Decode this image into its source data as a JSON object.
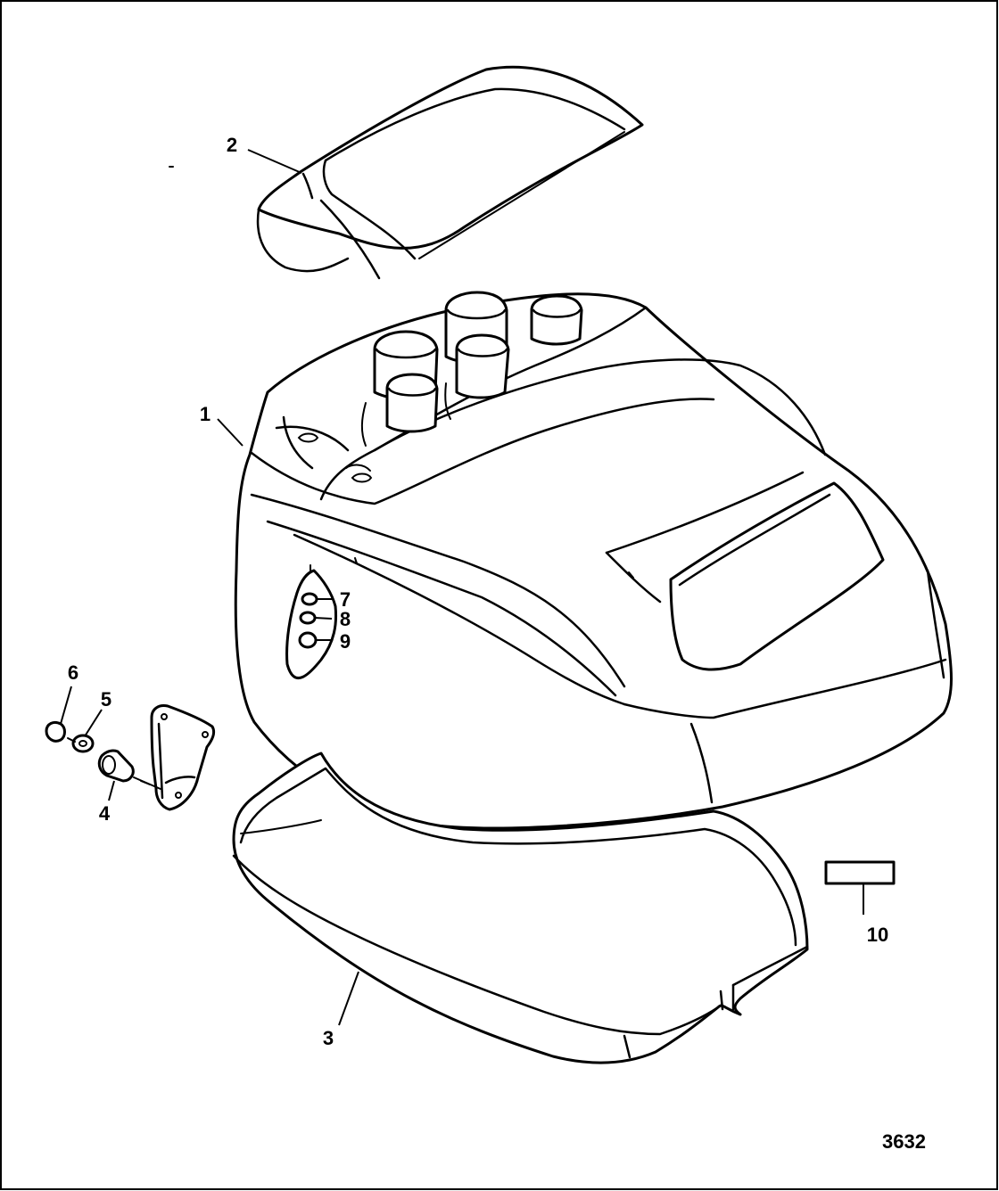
{
  "diagram": {
    "figure_number": "3632",
    "callouts": {
      "c1": "1",
      "c2": "2",
      "c3": "3",
      "c4": "4",
      "c5": "5",
      "c6": "6",
      "c7": "7",
      "c8": "8",
      "c9": "9",
      "c10": "10"
    },
    "colors": {
      "line": "#000000",
      "background": "#ffffff"
    }
  }
}
